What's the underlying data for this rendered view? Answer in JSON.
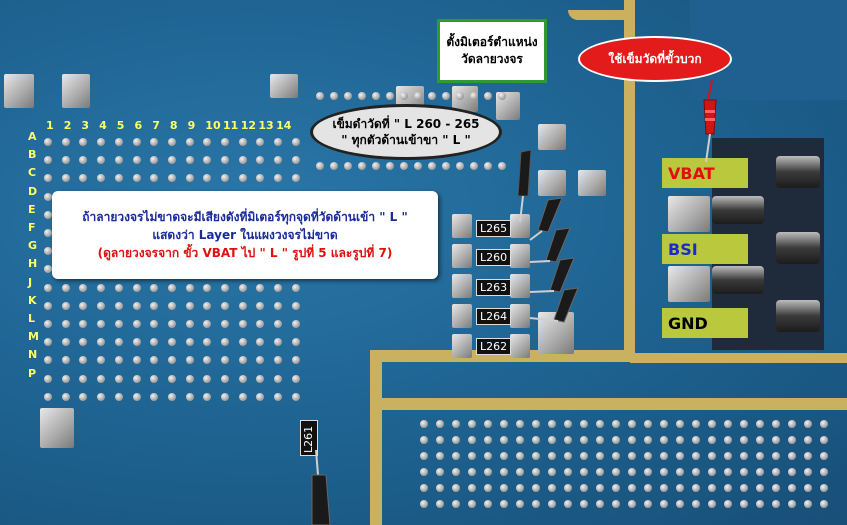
{
  "image": {
    "description_note": "",
    "callouts": {
      "meter_position": {
        "line1": "ตั้งมิเตอร์ตำแหน่ง",
        "line2": "วัดลายวงจร"
      },
      "red_probe": {
        "text": "ใช้เข็มวัดที่ขั้วบวก"
      },
      "black_probe": {
        "line1": "เข็มดำวัดที่ \" L 260 - 265",
        "line2": "\" ทุกตัวด้านเข้าขา  \" L \""
      },
      "explanation": {
        "line1": "ถ้าลายวงจรไม่ขาดจะมีเสียงดังที่มิเตอร์ทุกจุดที่วัดด้านเข้า \" L \"",
        "line2": "แสดงว่า Layer ในแผงวงจรไม่ขาด",
        "line3": "(ดูลายวงจรจาก  ขั้ว VBAT ไป \" L \" รูปที่ 5 และรูปที่ 7)"
      }
    },
    "component_labels": [
      "L265",
      "L260",
      "L263",
      "L264",
      "L262",
      "L261"
    ],
    "pin_labels": {
      "vbat": "VBAT",
      "bsi": "BSI",
      "gnd": "GND"
    },
    "row_labels": [
      "A",
      "B",
      "C",
      "D",
      "E",
      "F",
      "G",
      "H",
      "J",
      "K",
      "L",
      "M",
      "N",
      "P"
    ],
    "column_labels": [
      "1",
      "2",
      "3",
      "4",
      "5",
      "6",
      "7",
      "8",
      "9",
      "10",
      "11",
      "12",
      "13",
      "14"
    ],
    "colors": {
      "vbat": "#e01010",
      "bsi": "#1a2ad0",
      "gnd": "#000000",
      "board": "#1f6594",
      "trace": "#c9b160"
    }
  }
}
